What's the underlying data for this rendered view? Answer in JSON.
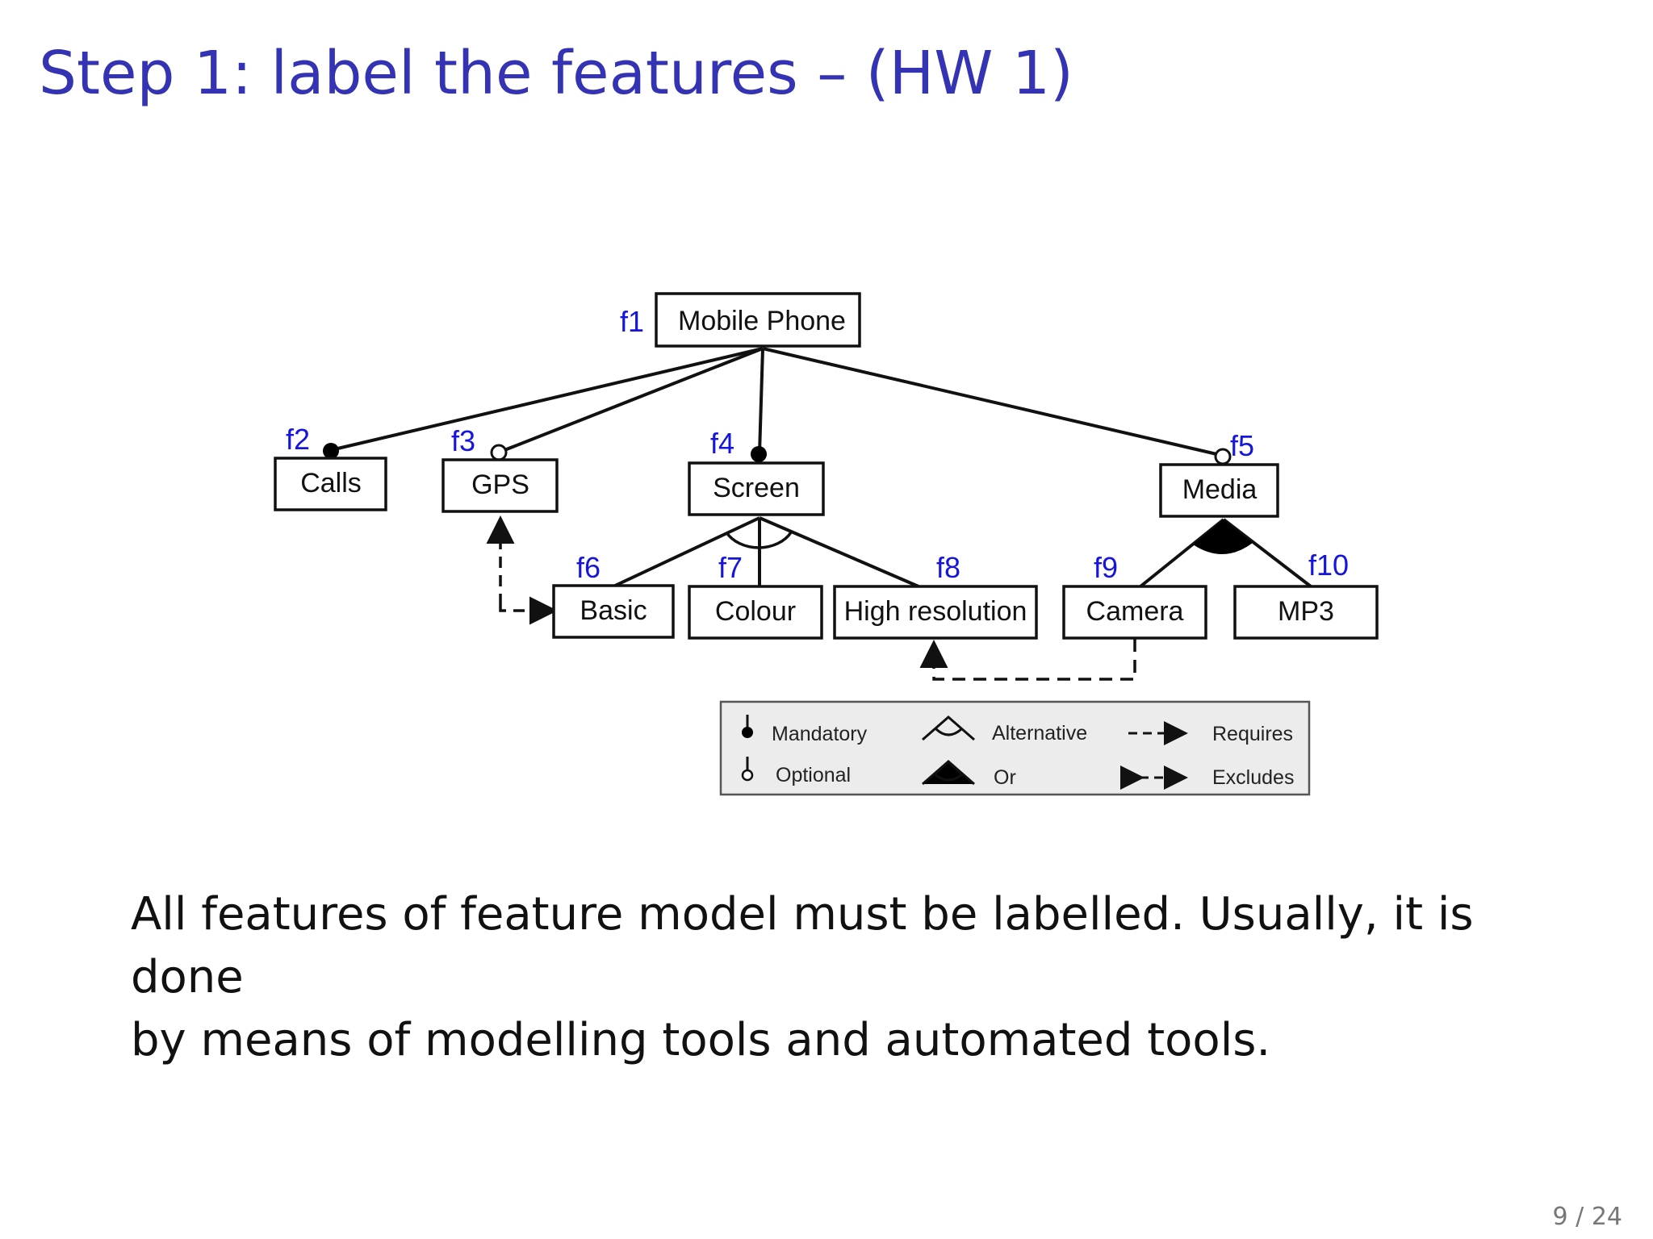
{
  "slide": {
    "title": "Step 1: label the features – (HW 1)",
    "body_line1": "All features of feature model must be labelled. Usually, it is done",
    "body_line2": "by means of modelling tools and automated tools.",
    "page_number": "9 / 24"
  },
  "features": {
    "f1": {
      "id": "f1",
      "name": "Mobile Phone"
    },
    "f2": {
      "id": "f2",
      "name": "Calls"
    },
    "f3": {
      "id": "f3",
      "name": "GPS"
    },
    "f4": {
      "id": "f4",
      "name": "Screen"
    },
    "f5": {
      "id": "f5",
      "name": "Media"
    },
    "f6": {
      "id": "f6",
      "name": "Basic"
    },
    "f7": {
      "id": "f7",
      "name": "Colour"
    },
    "f8": {
      "id": "f8",
      "name": "High resolution"
    },
    "f9": {
      "id": "f9",
      "name": "Camera"
    },
    "f10": {
      "id": "f10",
      "name": "MP3"
    }
  },
  "legend": {
    "mandatory": "Mandatory",
    "optional": "Optional",
    "alternative": "Alternative",
    "or": "Or",
    "requires": "Requires",
    "excludes": "Excludes"
  }
}
